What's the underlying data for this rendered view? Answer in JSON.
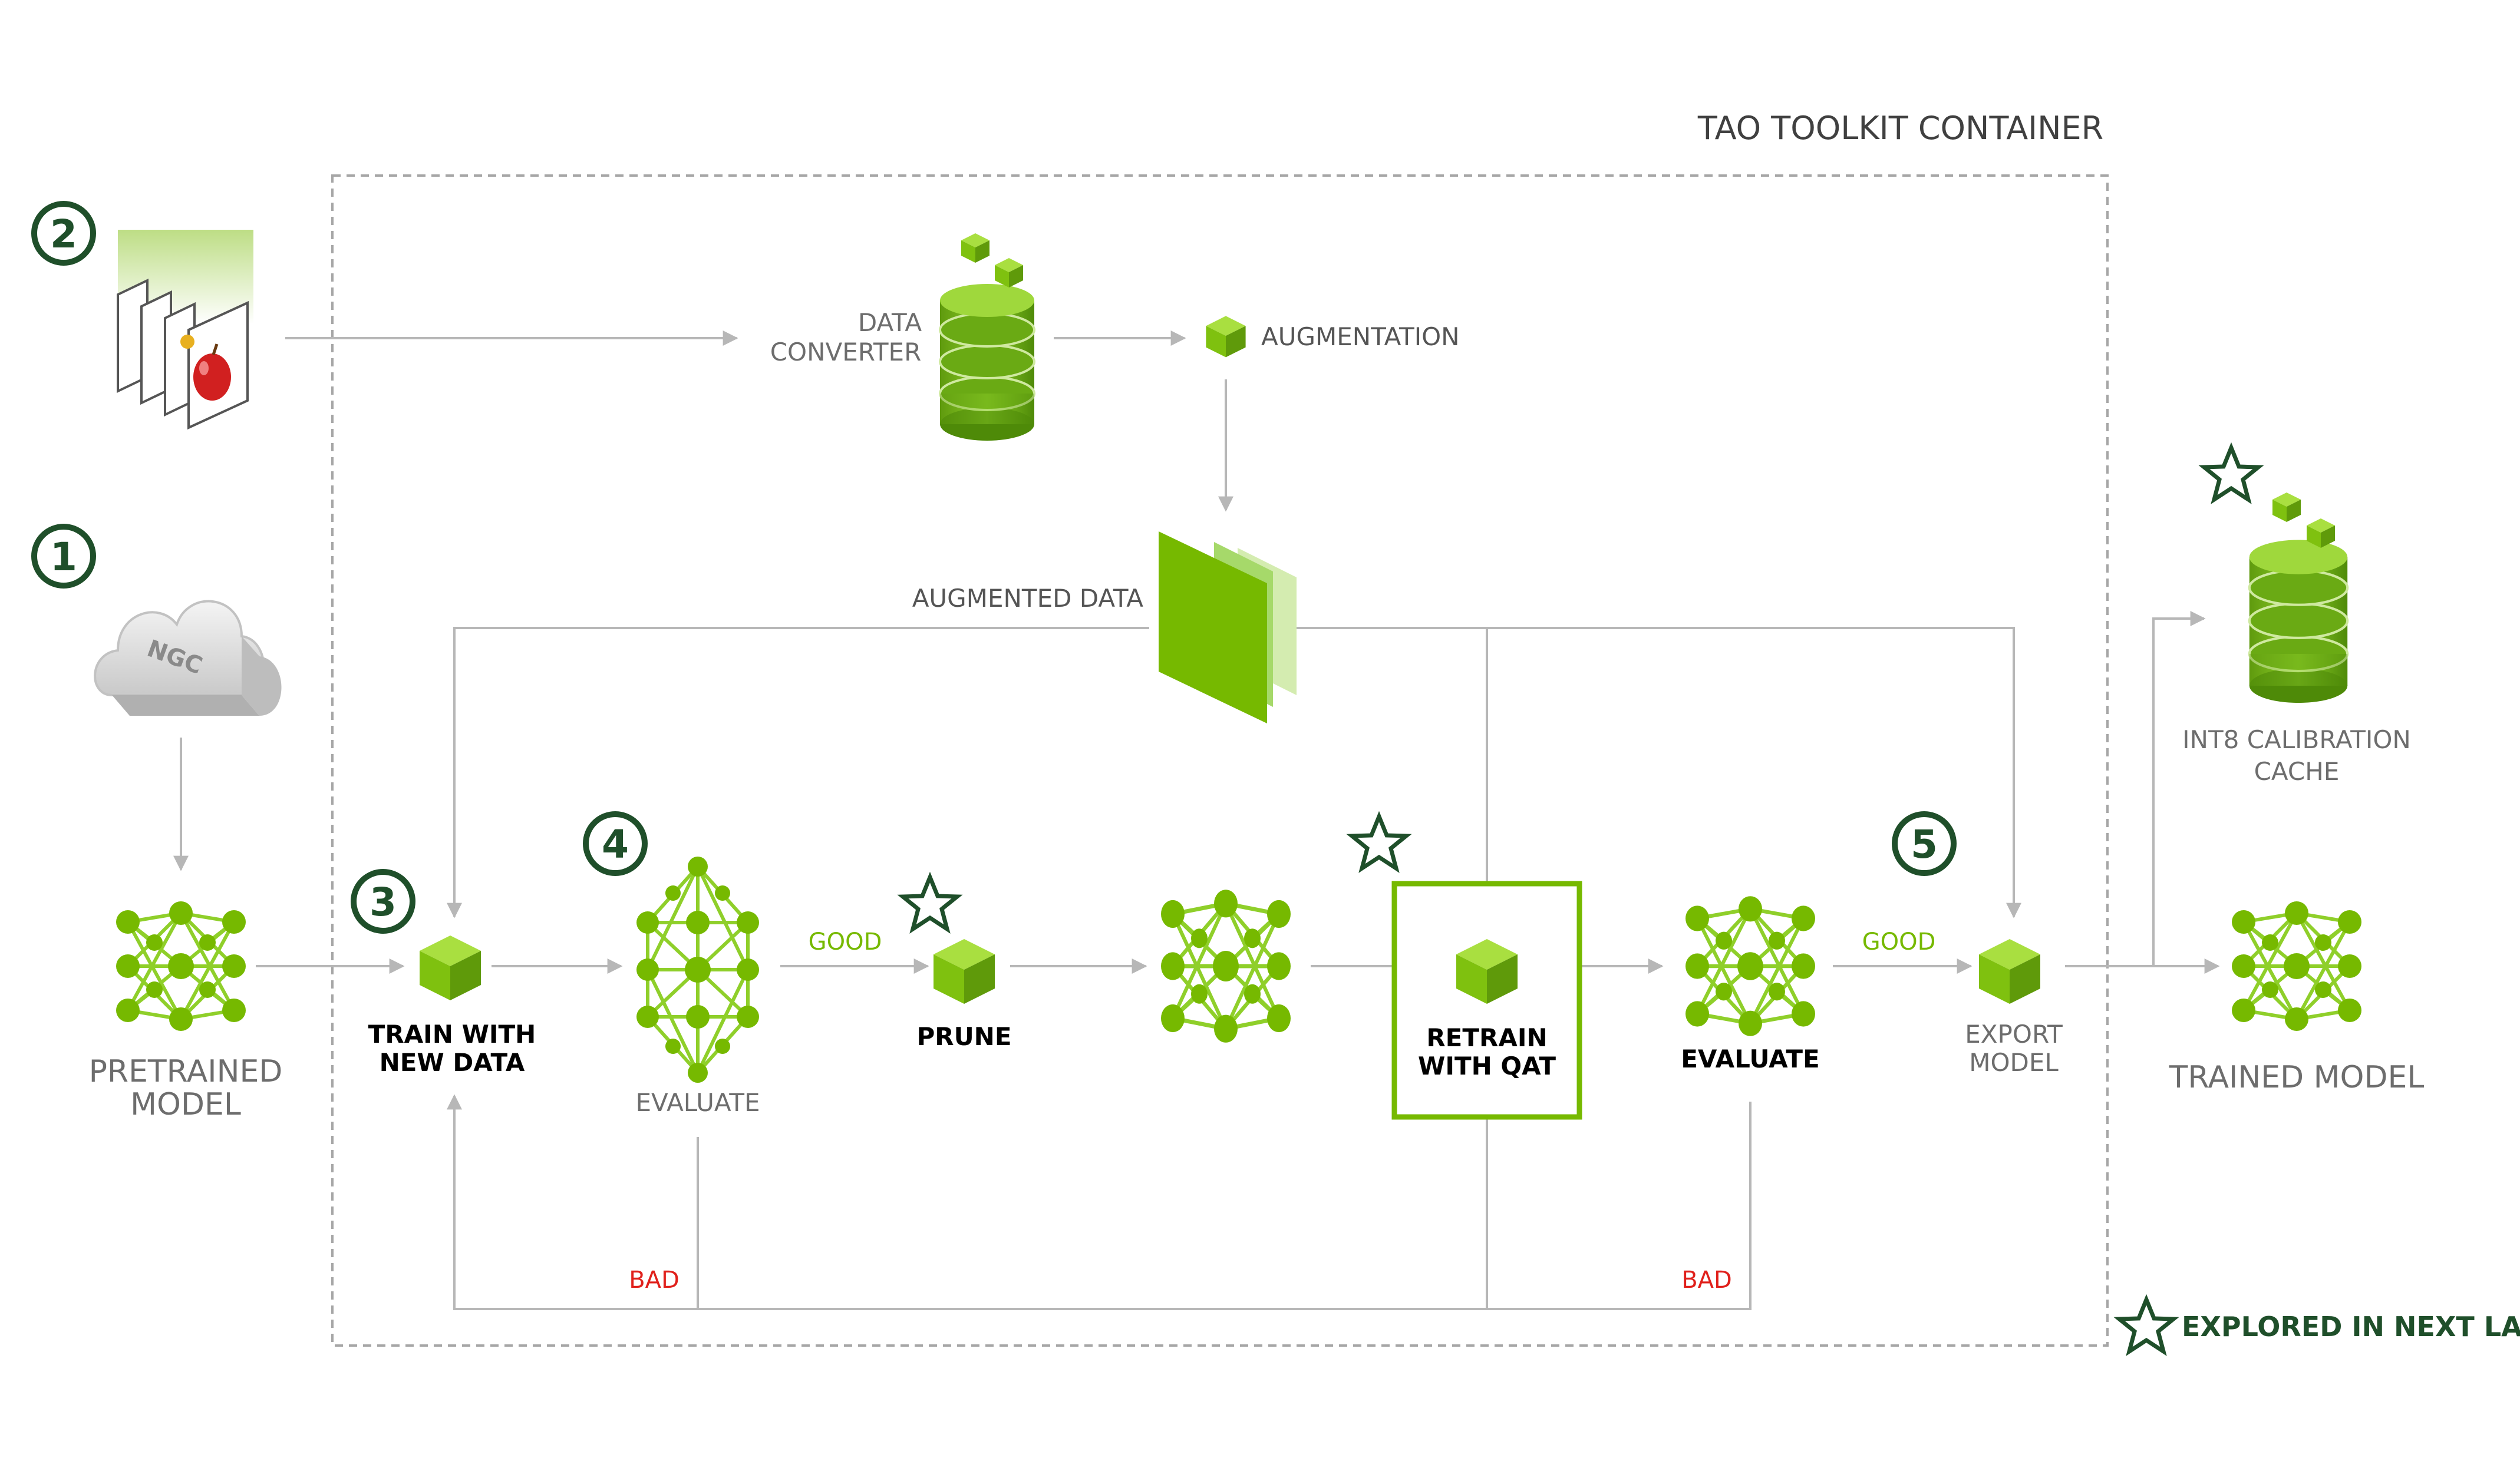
{
  "container": {
    "title": "TAO TOOLKIT CONTAINER"
  },
  "nodes": {
    "data_converter": [
      "DATA",
      "CONVERTER"
    ],
    "augmentation": "AUGMENTATION",
    "augmented_data": "AUGMENTED DATA",
    "ngc": "NGC",
    "pretrained_model": [
      "PRETRAINED",
      "MODEL"
    ],
    "train_with_new_data": [
      "TRAIN WITH",
      "NEW DATA"
    ],
    "evaluate_1": "EVALUATE",
    "prune": "PRUNE",
    "retrain_with_qat": [
      "RETRAIN",
      "WITH QAT"
    ],
    "evaluate_2": "EVALUATE",
    "export_model": [
      "EXPORT",
      "MODEL"
    ],
    "int8_cache": [
      "INT8 CALIBRATION",
      "CACHE"
    ],
    "trained_model": "TRAINED MODEL"
  },
  "edges": {
    "good": "GOOD",
    "bad": "BAD"
  },
  "steps": [
    "1",
    "2",
    "3",
    "4",
    "5"
  ],
  "legend": {
    "text": "EXPLORED IN NEXT LAB",
    "icon": "star-outline-icon"
  },
  "colors": {
    "accent_green": "#76b900",
    "dark_green": "#1f4f2a",
    "bad_red": "#e0201b",
    "line_gray": "#b7b7b7"
  }
}
